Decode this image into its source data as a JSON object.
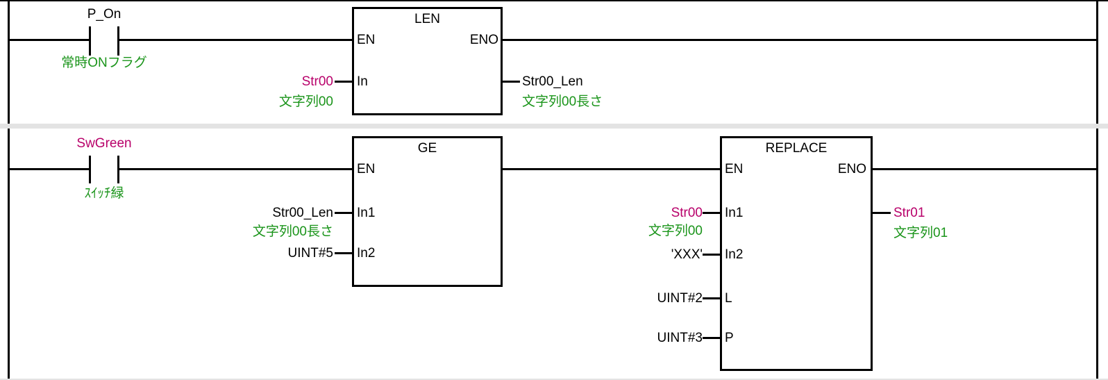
{
  "colors": {
    "wire": "#000000",
    "string_variable": "#b8006a",
    "comment_green": "#1a941a",
    "separator_gray": "#e3e3e3",
    "background": "#ffffff"
  },
  "rung1": {
    "contact": {
      "name": "P_On",
      "comment": "常時ONフラグ"
    },
    "len_block": {
      "title": "LEN",
      "en": "EN",
      "eno": "ENO",
      "input": {
        "pin": "In",
        "value": "Str00",
        "comment": "文字列00"
      },
      "output": {
        "value": "Str00_Len",
        "comment": "文字列00長さ"
      }
    }
  },
  "rung2": {
    "contact": {
      "name": "SwGreen",
      "comment": "ｽｲｯﾁ緑"
    },
    "ge_block": {
      "title": "GE",
      "en": "EN",
      "in1": {
        "pin": "In1",
        "value": "Str00_Len",
        "comment": "文字列00長さ"
      },
      "in2": {
        "pin": "In2",
        "value": "UINT#5"
      }
    },
    "replace_block": {
      "title": "REPLACE",
      "en": "EN",
      "eno": "ENO",
      "in1": {
        "pin": "In1",
        "value": "Str00",
        "comment": "文字列00"
      },
      "in2": {
        "pin": "In2",
        "value": "'XXX'"
      },
      "l": {
        "pin": "L",
        "value": "UINT#2"
      },
      "p": {
        "pin": "P",
        "value": "UINT#3"
      },
      "output": {
        "value": "Str01",
        "comment": "文字列01"
      }
    }
  }
}
